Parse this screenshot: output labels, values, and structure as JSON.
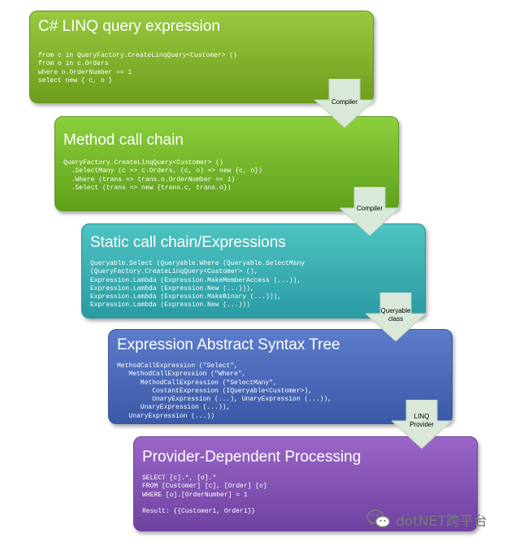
{
  "colors": {
    "box1": "#8ab733",
    "box2": "#79bb2e",
    "box3": "#3ab2b5",
    "box4": "#4b6bbb",
    "box5": "#8656b5",
    "arrow_fill": "#d9e8d9",
    "watermark": "#7a7a7a"
  },
  "boxes": [
    {
      "title": "C# LINQ query expression",
      "code": "from c in QueryFactory.CreateLinqQuery<Customer> ()\nfrom o in c.Orders\nwhere o.OrderNumber == 1\nselect new { c, o }"
    },
    {
      "title": "Method call chain",
      "code": "QueryFactory.CreateLinqQuery<Customer> ()\n  .SelectMany (c => c.Orders, (c, o) => new {c, o})\n  .Where (trans => trans.o.OrderNumber == 1)\n  .Select (trans => new {trans.c, trans.o})"
    },
    {
      "title": "Static call chain/Expressions",
      "code": "Queryable.Select (Queryable.Where (Queryable.SelectMany\n(QueryFactory.CreateLinqQuery<Customer> (),\nExpression.Lambda (Expression.MakeMemberAccess (...)),\nExpression.Lambda (Expression.New (...))),\nExpression.Lambda (Expression.MakeBinary (...))),\nExpression.Lambda (Expression.New (...)))"
    },
    {
      "title": "Expression Abstract Syntax Tree",
      "code": "MethodCallExpression (\"Select\",\n   MethodCallExpression (\"Where\",\n      MethodCallExpression (\"SelectMany\",\n         CostantExpression (IQueryable<Customer>),\n         UnaryExpression (...), UnaryExpression (...)),\n      UnaryExpression (...)),\n   UnaryExpression (...))"
    },
    {
      "title": "Provider-Dependent Processing",
      "code": "SELECT [c].*, [o].*\nFROM [Customer] [c], [Order] [o]\nWHERE [o].[OrderNumber] = 1\n\nResult: {{Customer1, Order1}}"
    }
  ],
  "arrows": [
    {
      "label": "Compiler"
    },
    {
      "label": "Compiler"
    },
    {
      "label": "Queryable\nclass"
    },
    {
      "label": "LINQ\nProvider"
    }
  ],
  "watermark": {
    "icon": "wechat-icon",
    "text": "dotNET跨平台"
  }
}
